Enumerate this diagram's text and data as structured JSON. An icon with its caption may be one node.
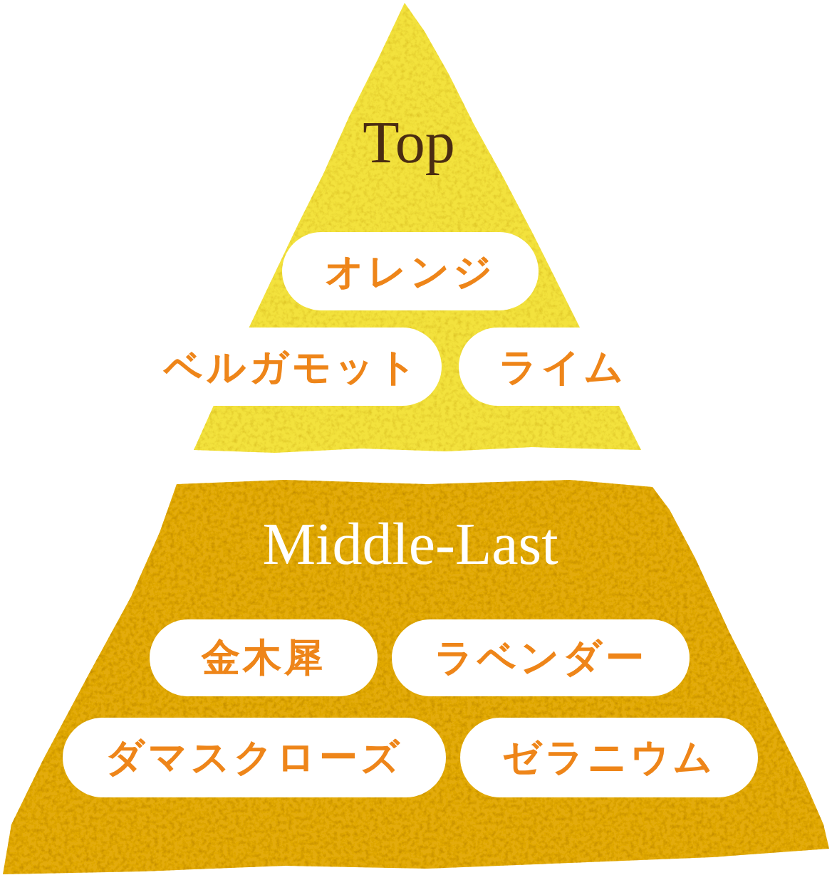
{
  "diagram": {
    "nodes": [
      {
        "text": [
          "Top"
        ]
      },
      {
        "text": [
          "オレンジ"
        ],
        "in": 0
      },
      {
        "text": [
          "ベルガモット"
        ]
      },
      {
        "text": [
          "ライム"
        ],
        "in": 0
      },
      {
        "text": [
          "Middle-Last"
        ]
      },
      {
        "text": [
          "金木犀"
        ],
        "in": 4
      },
      {
        "text": [
          "ラベンダー"
        ],
        "in": 4
      },
      {
        "text": [
          "ダマスクローズ"
        ],
        "in": 4
      },
      {
        "text": [
          "ゼラニウム"
        ],
        "in": 4
      }
    ]
  }
}
